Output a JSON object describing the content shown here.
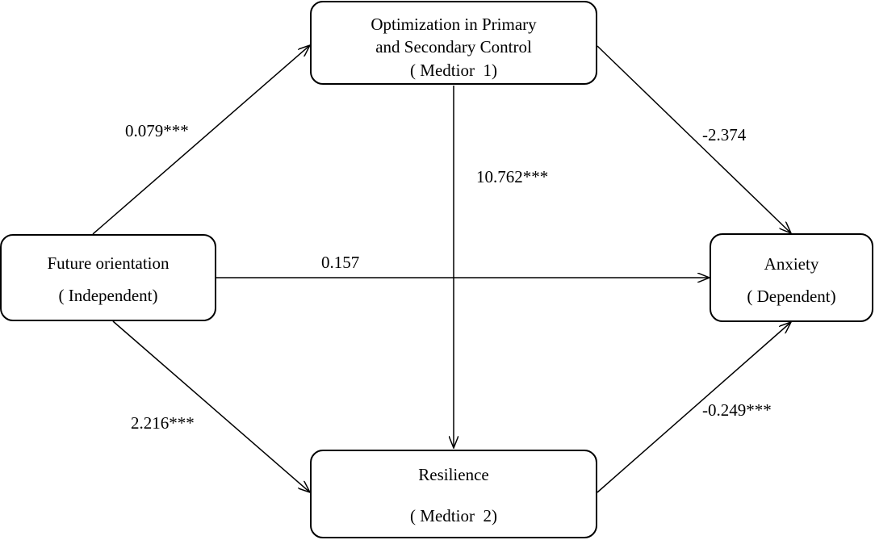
{
  "nodes": {
    "mediator1": {
      "lines": [
        "Optimization in Primary",
        "and Secondary Control",
        "( Medtior  1)"
      ]
    },
    "independent": {
      "lines": [
        "Future orientation",
        "( Independent)"
      ]
    },
    "dependent": {
      "lines": [
        "Anxiety",
        "( Dependent)"
      ]
    },
    "mediator2": {
      "lines": [
        "Resilience",
        "( Medtior  2)"
      ]
    }
  },
  "edges": {
    "independent_to_mediator1": {
      "label": "0.079***"
    },
    "mediator1_to_dependent": {
      "label": "-2.374"
    },
    "mediator1_to_mediator2": {
      "label": "10.762***"
    },
    "independent_to_dependent": {
      "label": "0.157"
    },
    "independent_to_mediator2": {
      "label": "2.216***"
    },
    "mediator2_to_dependent": {
      "label": "-0.249***"
    }
  },
  "colors": {
    "stroke": "#000000",
    "background": "#ffffff"
  }
}
